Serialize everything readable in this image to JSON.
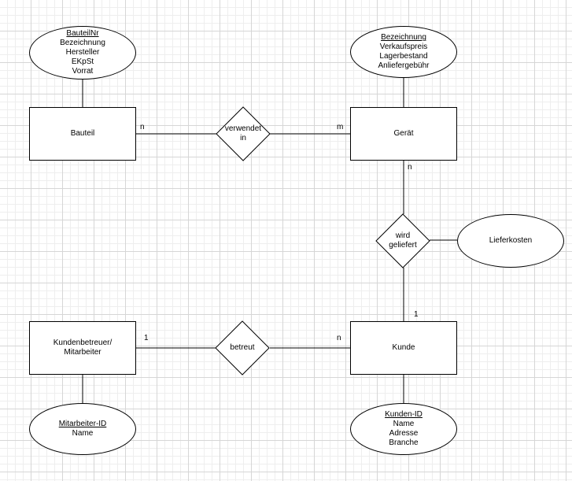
{
  "entities": {
    "bauteil": "Bauteil",
    "geraet": "Gerät",
    "kundenbetreuer": [
      "Kundenbetreuer/",
      "Mitarbeiter"
    ],
    "kunde": "Kunde"
  },
  "relationships": {
    "verwendet": [
      "verwendet",
      "in"
    ],
    "geliefert": [
      "wird",
      "geliefert"
    ],
    "betreut": "betreut"
  },
  "attributes": {
    "bauteil": {
      "key": "BauteilNr",
      "others": [
        "Bezeichnung",
        "Hersteller",
        "EKpSt",
        "Vorrat"
      ]
    },
    "geraet": {
      "key": "Bezeichnung",
      "others": [
        "Verkaufspreis",
        "Lagerbestand",
        "Anliefergebühr"
      ]
    },
    "lieferkosten": "Lieferkosten",
    "mitarbeiter": {
      "key": "Mitarbeiter-ID",
      "others": [
        "Name"
      ]
    },
    "kunde": {
      "key": "Kunden-ID",
      "others": [
        "Name",
        "Adresse",
        "Branche"
      ]
    }
  },
  "cardinalities": {
    "bauteil_verwendet": "n",
    "geraet_verwendet": "m",
    "geraet_geliefert": "n",
    "kunde_geliefert": "1",
    "betreuer_betreut": "1",
    "kunde_betreut": "n"
  },
  "colors": {
    "stroke": "#000000",
    "grid_major": "#d6d6d6",
    "grid_minor": "#eeeeee",
    "background": "#ffffff"
  }
}
